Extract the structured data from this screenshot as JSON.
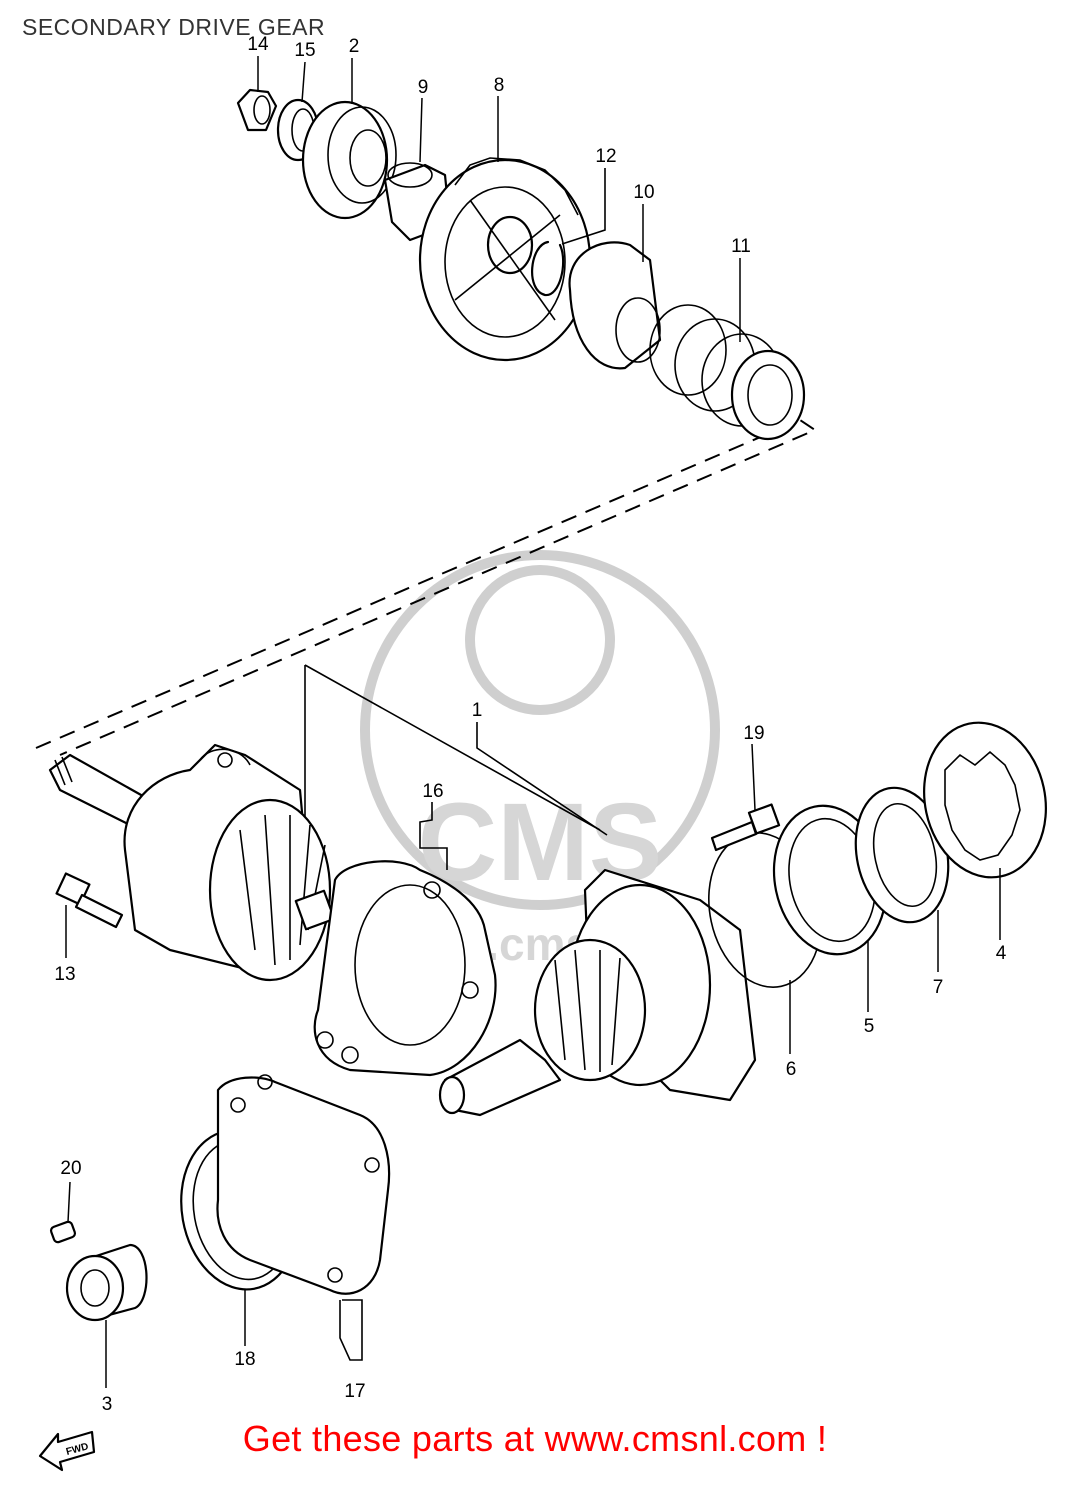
{
  "title": "SECONDARY DRIVE GEAR",
  "footer": "Get these parts at www.cmsnl.com !",
  "watermark": {
    "logo_text": "CMS",
    "url_text": "www.cmsnl.com"
  },
  "front_marker": {
    "text": "FWD"
  },
  "callouts": [
    "1",
    "2",
    "3",
    "4",
    "5",
    "6",
    "7",
    "8",
    "9",
    "10",
    "11",
    "12",
    "13",
    "14",
    "15",
    "16",
    "17",
    "18",
    "19",
    "20"
  ],
  "colors": {
    "footer_text": "#ff0000",
    "title_text": "#333333",
    "line_art": "#000000",
    "watermark": "#d6d6d6"
  }
}
